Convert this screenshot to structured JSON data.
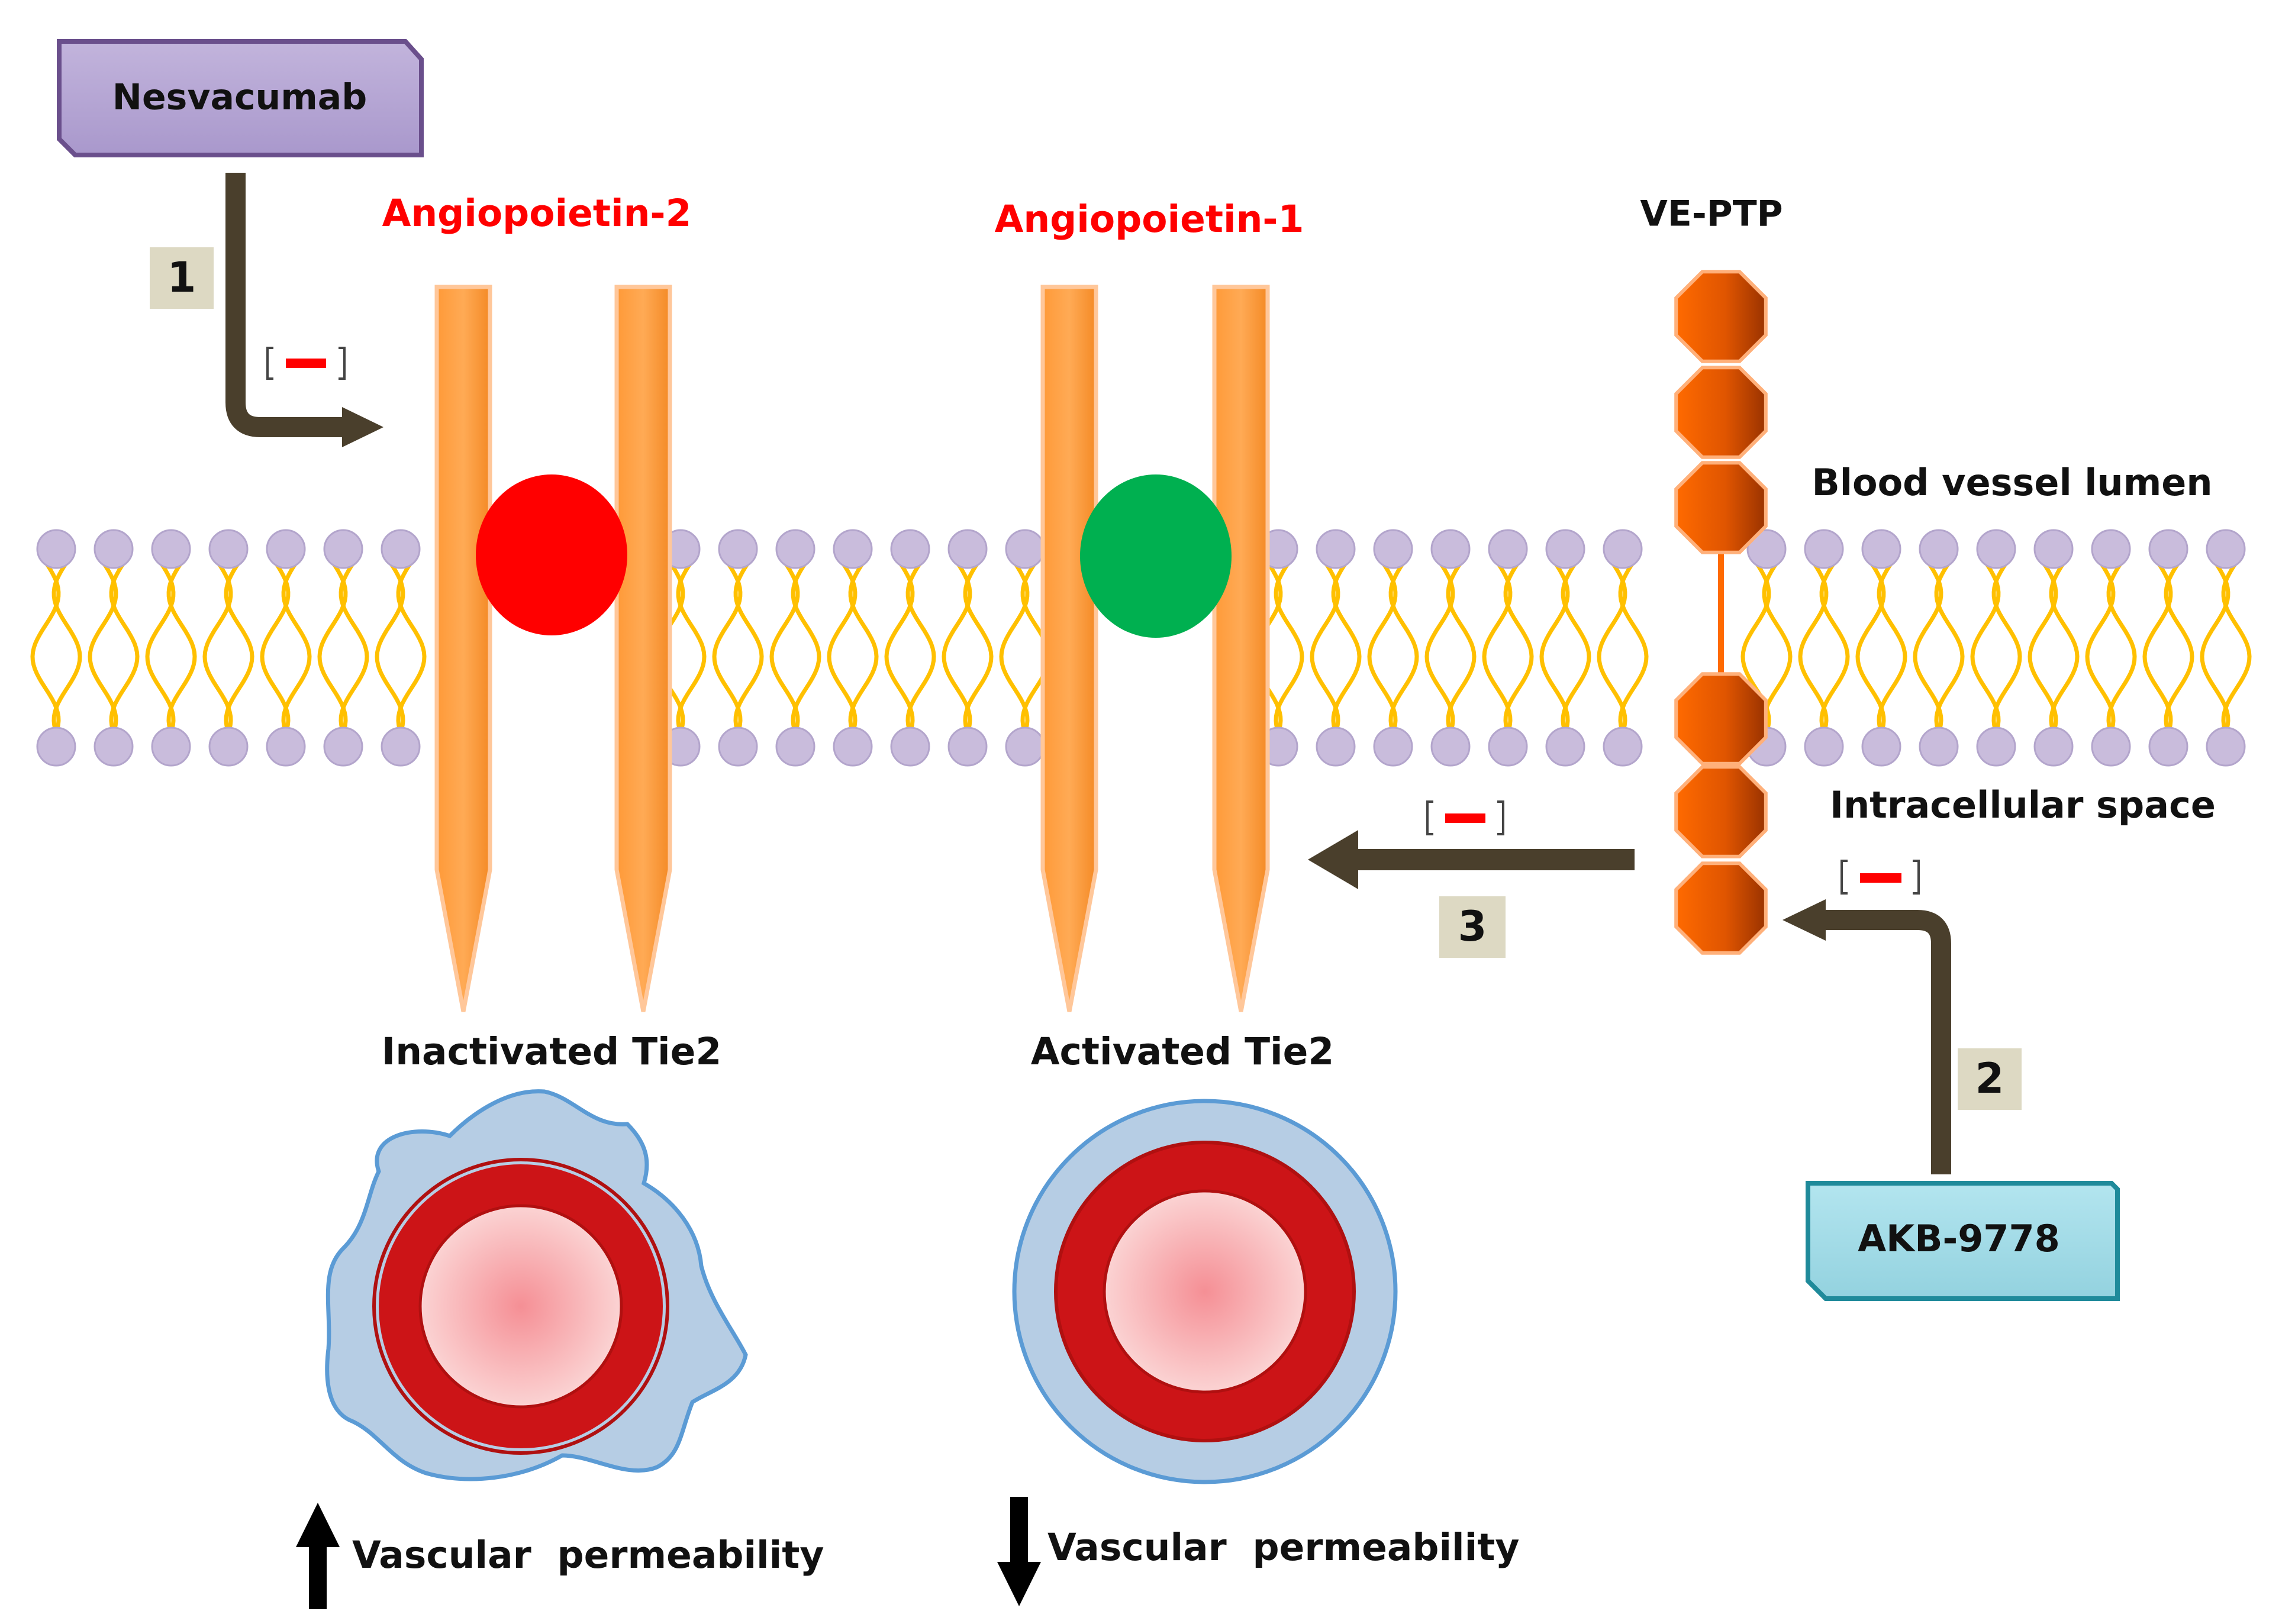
{
  "drugs": {
    "nesvacumab": "Nesvacumab",
    "akb9778": "AKB-9778"
  },
  "ligands": {
    "angiopoietin2": "Angiopoietin-2",
    "angiopoietin1": "Angiopoietin-1"
  },
  "phosphatase": "VE-PTP",
  "regions": {
    "lumen": "Blood vessel lumen",
    "intracellular": "Intracellular space"
  },
  "receptors": {
    "inactivated": "Inactivated Tie2",
    "activated": "Activated Tie2"
  },
  "steps": {
    "step1": "1",
    "step2": "2",
    "step3": "3"
  },
  "outcomes": {
    "left": "Vascular  permeability",
    "right": "Vascular  permeability",
    "left_direction": "up",
    "right_direction": "down"
  },
  "colors": {
    "ligand_label": "#ff0000",
    "angiopoietin2_ball": "#ff0000",
    "angiopoietin1_ball": "#00b050",
    "receptor": "#ff9933",
    "vessel_ring": "#c00000",
    "nesvacumab_box": "#b4a7d6",
    "akb_box": "#a6dde8",
    "arrow": "#4a3f2c",
    "membrane_tail": "#ffc000",
    "membrane_head": "#c8b8dc"
  }
}
